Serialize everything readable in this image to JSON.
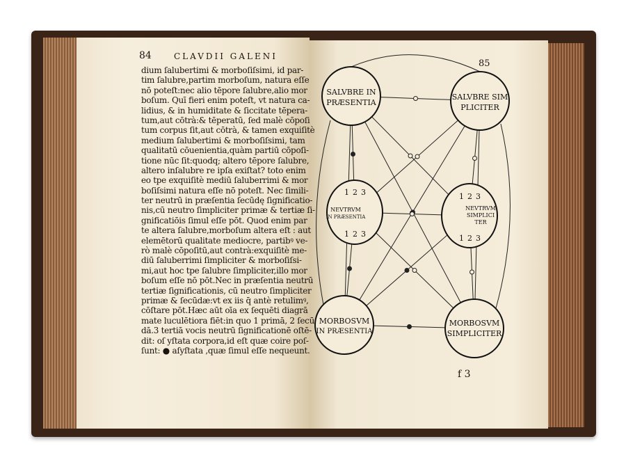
{
  "left_page": {
    "page_number": "84",
    "running_head": "CLAVDII GALENI",
    "lines": [
      "dium ſalubertimi & morboſiſsimi, id par-",
      "tim ſalubre,partim morboſum, natura eſſe",
      "nō poteſt:nec alio tēpore ſalubre,alio mor",
      "boſum. Quī fieri enim poteſt, vt natura ca-",
      "lidius, & in humiditate & ſiccitate tēpera-",
      "tum,aut cōtrà:& tēperatū, ſed malè cōpoſi",
      "tum corpus ſit,aut cōtrà, & tamen exquiſitè",
      "medium ſalubertimi & morboſiſsimi, tam",
      "qualitatū cōuenientia,quàm partiū cōpoſi-",
      "tione nūc ſit:quodq; altero tēpore ſalubre,",
      "altero inſalubre re ipſa exiſtat? toto enim",
      "eo tpe exquiſitè mediū ſaluberrimi & mor",
      "boſiſsimi natura eſſe nō poteſt. Nec ſimili-",
      "ter neutrū in præſentia ſecūdę ſignificatio-",
      "nis,cū neutro ſimpliciter primæ & tertiæ ſi-",
      "gnificatiōis ſimul eſſe pōt. Quod enim par",
      "te altera ſalubre,morboſum altera eſt : aut",
      "elemētorū qualitate mediocre, partibꝰ ve-",
      "rò malè cōpoſitū,aut contrà:exquiſitè me-",
      "diū ſaluberrimi ſimpliciter & morboſiſsi-",
      "mi,aut hoc tpe ſalubre ſimpliciter,illo mor",
      "boſum eſſe nō pōt.Nec in præſentia neutrū",
      "tertiæ ſignificationis, cū neutro ſimpliciter",
      "primæ & ſecūdæ:vt ex iis q̄ antè retulimꝰ,",
      "cōſtare pōt.Hæc aūt oīa ex ſequēti diagrā",
      "mate luculētiora fiēt:in quo 1 primā, 2 ſecū",
      "dā.3 tertiā vocis neutrū ſignificationē oſtē-",
      "dit: oſ yſtata corpora,id eſt quæ coire poſ-",
      "ſunt: ● aſyſtata ,quæ ſimul eſſe nequeunt."
    ]
  },
  "right_page": {
    "page_number": "85",
    "signature": "f 3",
    "diagram": {
      "top_left": [
        "SALVBRE IN",
        "PRÆSENTIA"
      ],
      "top_right": [
        "SALVBRE SIM",
        "PLICITER"
      ],
      "mid_left": [
        "NEVTRVM",
        "IN PRÆSENTIA"
      ],
      "mid_right": [
        "NEVTRVM",
        "SIMPLICI",
        "TER"
      ],
      "bottom_left": [
        "MORBOSVM",
        "IN PRÆSENTIA"
      ],
      "bottom_right": [
        "MORBOSVM",
        "SIMPLICITER"
      ],
      "numerals": [
        "1",
        "2",
        "3"
      ]
    }
  }
}
